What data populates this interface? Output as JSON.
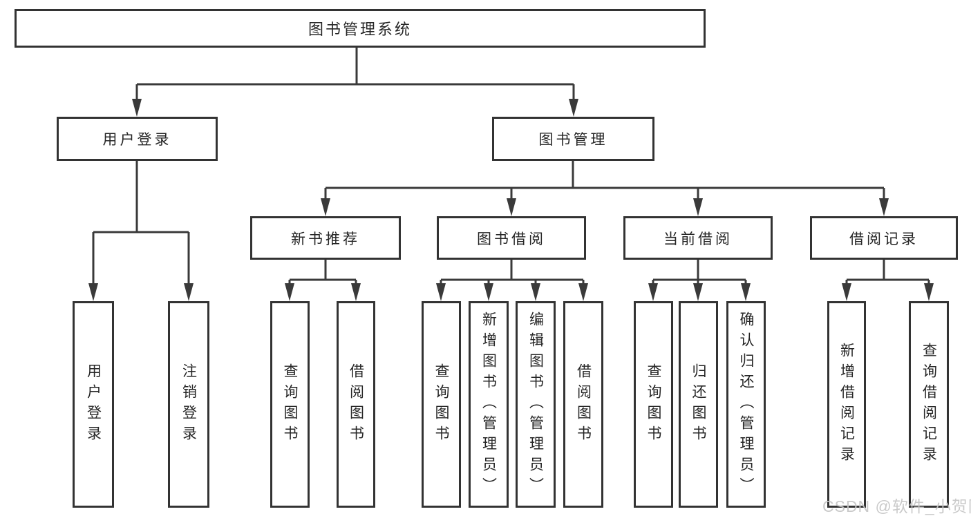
{
  "diagram": {
    "root": {
      "label": "图书管理系统",
      "children": [
        {
          "label": "用户登录",
          "children": [
            {
              "label": "用户登录"
            },
            {
              "label": "注销登录"
            }
          ]
        },
        {
          "label": "图书管理",
          "children": [
            {
              "label": "新书推荐",
              "children": [
                {
                  "label": "查询图书"
                },
                {
                  "label": "借阅图书"
                }
              ]
            },
            {
              "label": "图书借阅",
              "children": [
                {
                  "label": "查询图书"
                },
                {
                  "label": "新增图书（管理员）"
                },
                {
                  "label": "编辑图书（管理员）"
                },
                {
                  "label": "借阅图书"
                }
              ]
            },
            {
              "label": "当前借阅",
              "children": [
                {
                  "label": "查询图书"
                },
                {
                  "label": "归还图书"
                },
                {
                  "label": "确认归还（管理员）"
                }
              ]
            },
            {
              "label": "借阅记录",
              "children": [
                {
                  "label": "新增借阅记录"
                },
                {
                  "label": "查询借阅记录"
                }
              ]
            }
          ]
        }
      ]
    }
  },
  "watermark": "CSDN @软件_小贺同学",
  "colors": {
    "line": "#3a3a3a",
    "box_border": "#333333",
    "text": "#262626",
    "background": "#ffffff",
    "watermark": "#c6c6c6"
  }
}
